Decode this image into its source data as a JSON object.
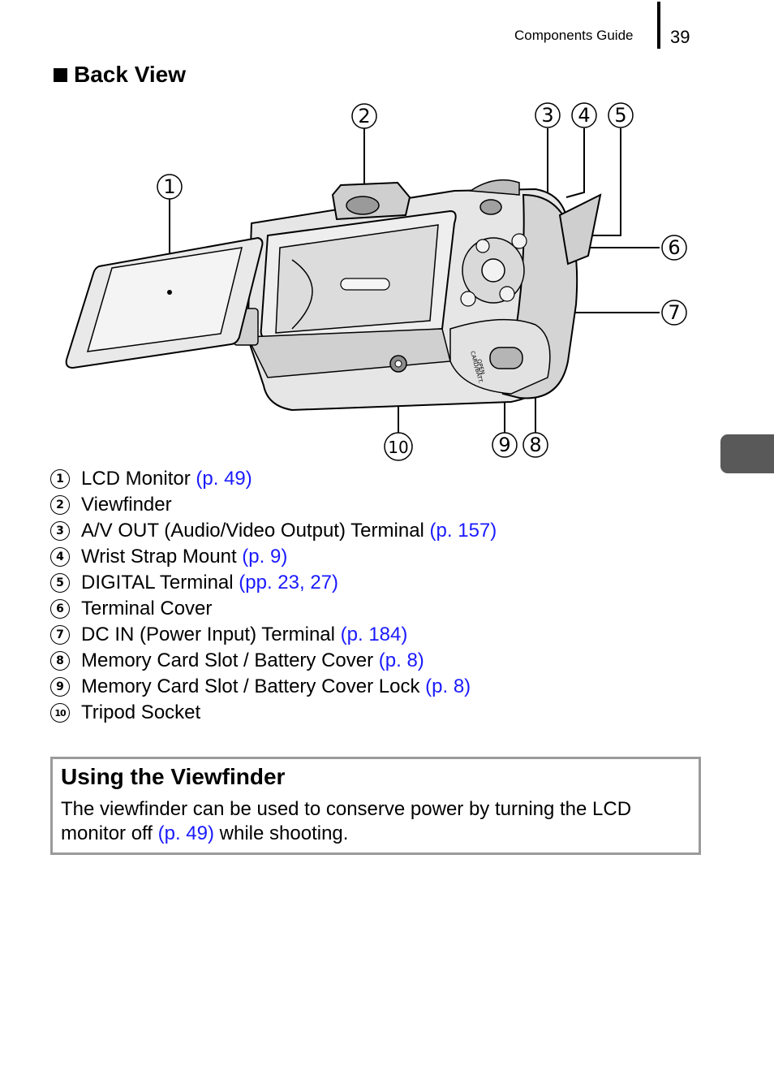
{
  "header": {
    "section": "Components Guide",
    "page_number": "39"
  },
  "section_title": "Back View",
  "callouts": [
    "1",
    "2",
    "3",
    "4",
    "5",
    "6",
    "7",
    "8",
    "9",
    "10"
  ],
  "items": [
    {
      "num": "1",
      "label": "LCD Monitor",
      "ref": "(p. 49)"
    },
    {
      "num": "2",
      "label": "Viewfinder",
      "ref": ""
    },
    {
      "num": "3",
      "label": "A/V OUT (Audio/Video Output) Terminal",
      "ref": "(p. 157)"
    },
    {
      "num": "4",
      "label": "Wrist Strap Mount",
      "ref": "(p. 9)"
    },
    {
      "num": "5",
      "label": "DIGITAL Terminal",
      "ref": "(pp. 23, 27)"
    },
    {
      "num": "6",
      "label": "Terminal Cover",
      "ref": ""
    },
    {
      "num": "7",
      "label": "DC IN (Power Input) Terminal",
      "ref": "(p. 184)"
    },
    {
      "num": "8",
      "label": "Memory Card Slot / Battery Cover",
      "ref": "(p. 8)"
    },
    {
      "num": "9",
      "label": "Memory Card Slot / Battery Cover Lock",
      "ref": "(p. 8)"
    },
    {
      "num": "10",
      "label": "Tripod Socket",
      "ref": ""
    }
  ],
  "note": {
    "title": "Using the Viewfinder",
    "text_before": "The viewfinder can be used to conserve power by turning the LCD monitor off",
    "ref": "(p. 49)",
    "text_after": "while shooting."
  },
  "camera_labels": {
    "card_batt": "CARD/BATT.",
    "open": "OPEN"
  },
  "colors": {
    "link": "#1a1aff",
    "note_border": "#9a9a9a",
    "side_tab": "#595959"
  }
}
